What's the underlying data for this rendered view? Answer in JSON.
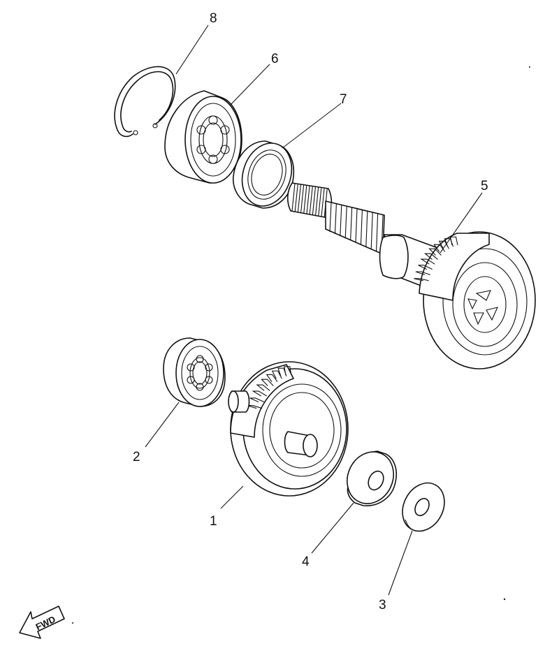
{
  "diagram": {
    "parts": [
      {
        "ref": "1"
      },
      {
        "ref": "2"
      },
      {
        "ref": "3"
      },
      {
        "ref": "4"
      },
      {
        "ref": "5"
      },
      {
        "ref": "6"
      },
      {
        "ref": "7"
      },
      {
        "ref": "8"
      }
    ],
    "direction_badge": "FWD"
  }
}
